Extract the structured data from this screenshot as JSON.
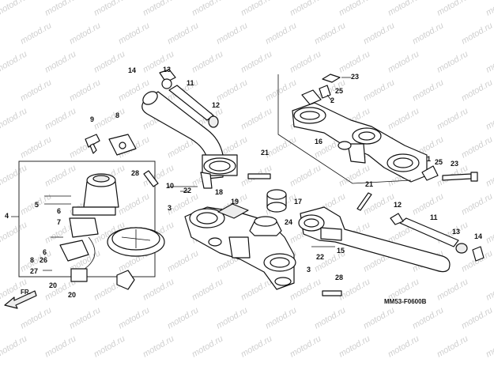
{
  "watermark": "motod.ru",
  "diagram_code": "MM53-F0600B",
  "direction_label": "FR.",
  "callouts": [
    {
      "id": "c-14a",
      "text": "14"
    },
    {
      "id": "c-13a",
      "text": "13"
    },
    {
      "id": "c-11a",
      "text": "11"
    },
    {
      "id": "c-12a",
      "text": "12"
    },
    {
      "id": "c-9",
      "text": "9"
    },
    {
      "id": "c-8",
      "text": "8"
    },
    {
      "id": "c-21a",
      "text": "21"
    },
    {
      "id": "c-28a",
      "text": "28"
    },
    {
      "id": "c-10",
      "text": "10"
    },
    {
      "id": "c-22a",
      "text": "22"
    },
    {
      "id": "c-3a",
      "text": "3"
    },
    {
      "id": "c-18",
      "text": "18"
    },
    {
      "id": "c-19",
      "text": "19"
    },
    {
      "id": "c-17",
      "text": "17"
    },
    {
      "id": "c-24",
      "text": "24"
    },
    {
      "id": "c-15",
      "text": "15"
    },
    {
      "id": "c-22b",
      "text": "22"
    },
    {
      "id": "c-3b",
      "text": "3"
    },
    {
      "id": "c-28b",
      "text": "28"
    },
    {
      "id": "c-23a",
      "text": "23"
    },
    {
      "id": "c-25a",
      "text": "25"
    },
    {
      "id": "c-2",
      "text": "2"
    },
    {
      "id": "c-16",
      "text": "16"
    },
    {
      "id": "c-1",
      "text": "1"
    },
    {
      "id": "c-25b",
      "text": "25"
    },
    {
      "id": "c-23b",
      "text": "23"
    },
    {
      "id": "c-21b",
      "text": "21"
    },
    {
      "id": "c-12b",
      "text": "12"
    },
    {
      "id": "c-11b",
      "text": "11"
    },
    {
      "id": "c-13b",
      "text": "13"
    },
    {
      "id": "c-14b",
      "text": "14"
    },
    {
      "id": "c-4",
      "text": "4"
    },
    {
      "id": "c-5",
      "text": "5"
    },
    {
      "id": "c-6a",
      "text": "6"
    },
    {
      "id": "c-7",
      "text": "7"
    },
    {
      "id": "c-6b",
      "text": "6"
    },
    {
      "id": "c-26",
      "text": "26"
    },
    {
      "id": "c-8b",
      "text": "8"
    },
    {
      "id": "c-27",
      "text": "27"
    },
    {
      "id": "c-20a",
      "text": "20"
    },
    {
      "id": "c-20b",
      "text": "20"
    }
  ]
}
